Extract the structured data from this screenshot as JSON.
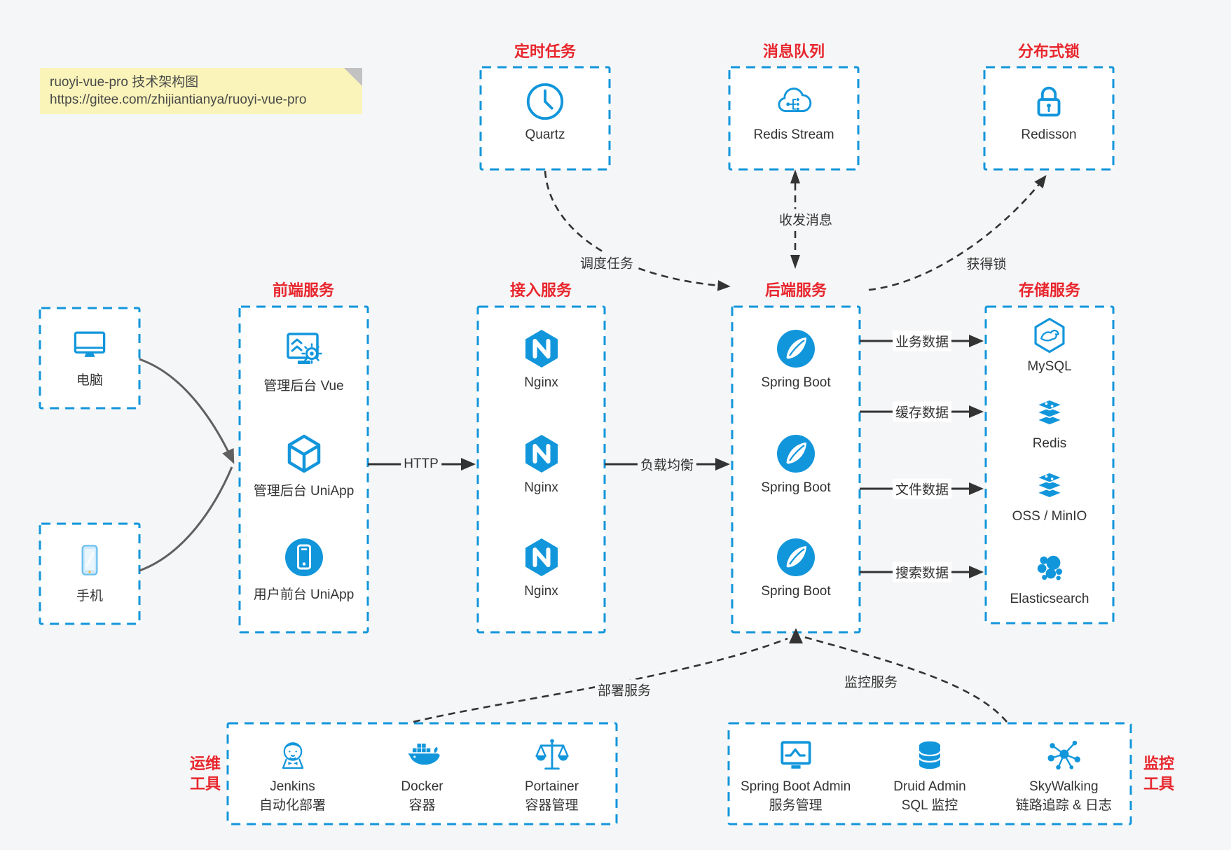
{
  "note": {
    "line1": "ruoyi-vue-pro 技术架构图",
    "line2": "https://gitee.com/zhijiantianya/ruoyi-vue-pro"
  },
  "colors": {
    "accent_blue": "#1296db",
    "title_red": "#e8262d",
    "arrow_dark": "#333333",
    "arrow_gray": "#606060",
    "note_yellow": "#faf4ba",
    "page_bg": "#f5f6f7"
  },
  "top_groups": [
    {
      "title": "定时任务",
      "item": {
        "icon": "clock-icon",
        "label": "Quartz"
      }
    },
    {
      "title": "消息队列",
      "item": {
        "icon": "mq-cloud-icon",
        "label": "Redis Stream"
      }
    },
    {
      "title": "分布式锁",
      "item": {
        "icon": "lock-icon",
        "label": "Redisson"
      }
    }
  ],
  "clients": [
    {
      "icon": "desktop-icon",
      "label": "电脑"
    },
    {
      "icon": "smartphone-icon",
      "label": "手机"
    }
  ],
  "service_columns": [
    {
      "title": "前端服务",
      "items": [
        {
          "icon": "admin-vue-icon",
          "label": "管理后台 Vue"
        },
        {
          "icon": "uniapp-cube-icon",
          "label": "管理后台 UniApp"
        },
        {
          "icon": "user-uniapp-icon",
          "label": "用户前台 UniApp"
        }
      ]
    },
    {
      "title": "接入服务",
      "items": [
        {
          "icon": "nginx-icon",
          "label": "Nginx"
        },
        {
          "icon": "nginx-icon",
          "label": "Nginx"
        },
        {
          "icon": "nginx-icon",
          "label": "Nginx"
        }
      ]
    },
    {
      "title": "后端服务",
      "items": [
        {
          "icon": "spring-boot-icon",
          "label": "Spring Boot"
        },
        {
          "icon": "spring-boot-icon",
          "label": "Spring Boot"
        },
        {
          "icon": "spring-boot-icon",
          "label": "Spring Boot"
        }
      ]
    },
    {
      "title": "存储服务",
      "items": [
        {
          "icon": "mysql-icon",
          "label": "MySQL"
        },
        {
          "icon": "redis-stack-icon",
          "label": "Redis"
        },
        {
          "icon": "oss-stack-icon",
          "label": "OSS / MinIO"
        },
        {
          "icon": "elasticsearch-icon",
          "label": "Elasticsearch"
        }
      ]
    }
  ],
  "bottom_groups": [
    {
      "side_label": {
        "line1": "运维",
        "line2": "工具"
      },
      "items": [
        {
          "icon": "jenkins-icon",
          "label": "Jenkins",
          "sublabel": "自动化部署"
        },
        {
          "icon": "docker-icon",
          "label": "Docker",
          "sublabel": "容器"
        },
        {
          "icon": "portainer-icon",
          "label": "Portainer",
          "sublabel": "容器管理"
        }
      ]
    },
    {
      "side_label": {
        "line1": "监控",
        "line2": "工具"
      },
      "items": [
        {
          "icon": "sba-icon",
          "label": "Spring Boot Admin",
          "sublabel": "服务管理"
        },
        {
          "icon": "druid-icon",
          "label": "Druid Admin",
          "sublabel": "SQL 监控"
        },
        {
          "icon": "skywalking-icon",
          "label": "SkyWalking",
          "sublabel": "链路追踪 & 日志"
        }
      ]
    }
  ],
  "edge_labels": {
    "http": "HTTP",
    "load_balance": "负载均衡",
    "business_data": "业务数据",
    "cache_data": "缓存数据",
    "file_data": "文件数据",
    "search_data": "搜索数据",
    "schedule": "调度任务",
    "message": "收发消息",
    "lock": "获得锁",
    "deploy": "部署服务",
    "monitor": "监控服务"
  }
}
